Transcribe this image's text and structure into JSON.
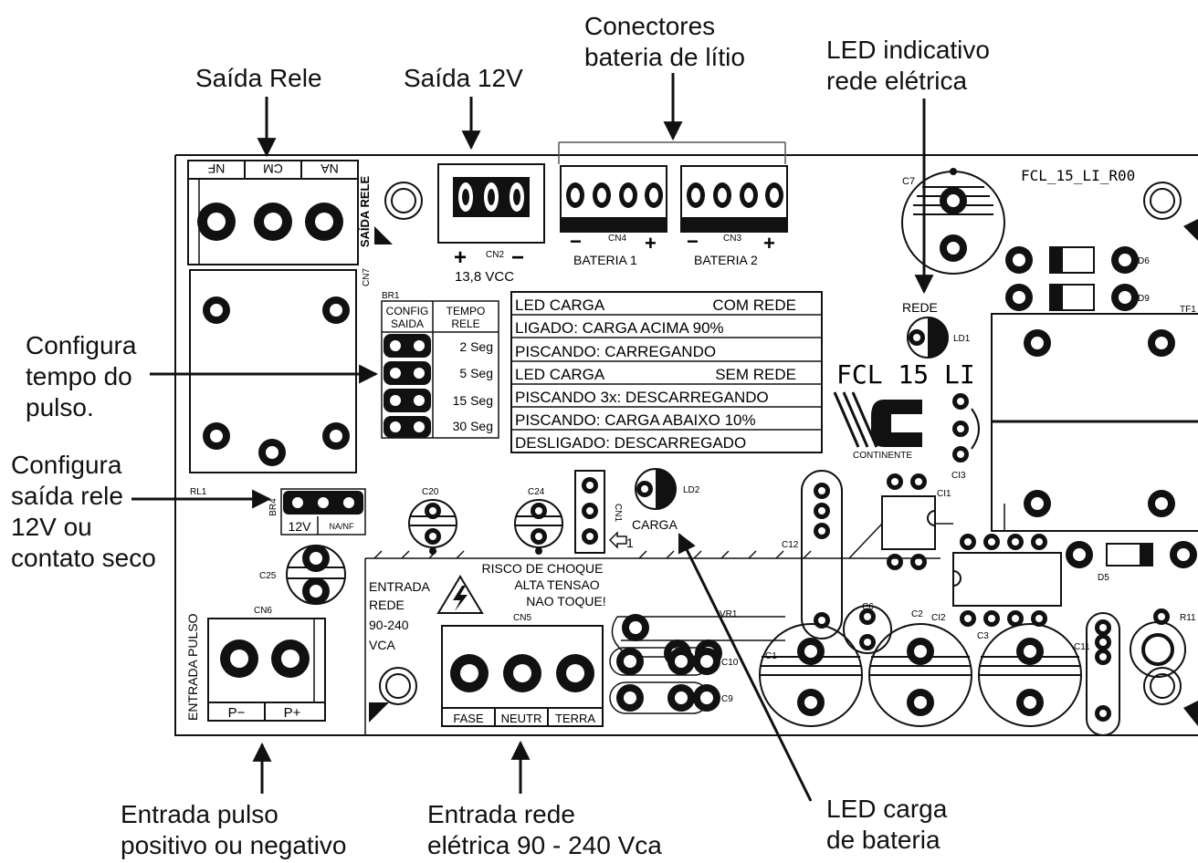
{
  "callouts": {
    "saida_rele": "Saída Rele",
    "saida_12v": "Saída 12V",
    "conectores": [
      "Conectores",
      "bateria de lítio"
    ],
    "led_rede": [
      "LED indicativo",
      "rede elétrica"
    ],
    "config_tempo": [
      "Configura",
      "tempo do",
      "pulso."
    ],
    "config_saida": [
      "Configura",
      "saída rele",
      "12V ou",
      "contato seco"
    ],
    "entrada_pulso": [
      "Entrada pulso",
      "positivo ou negativo"
    ],
    "entrada_rede": [
      "Entrada rede",
      "elétrica 90 - 240 Vca"
    ],
    "led_carga": [
      "LED carga",
      "de bateria"
    ]
  },
  "board": {
    "model": "FCL_15_LI_R00",
    "brand_title": "FCL 15 LI",
    "brand_name": "CONTINENTE",
    "relay_terms": [
      "NF",
      "CM",
      "NA"
    ],
    "relay_side": "SAÍDA RELE",
    "cn7": "CN7",
    "cn2": "CN2",
    "cn2_voltage": "13,8  VCC",
    "cn4": "CN4",
    "cn3": "CN3",
    "bat1": "BATERIA 1",
    "bat2": "BATERIA 2",
    "plus": "+",
    "minus": "−",
    "br1": "BR1",
    "cfg_header": [
      "CONFIG",
      "SAIDA",
      "TEMPO",
      "RELE"
    ],
    "tempo_opts": [
      "2 Seg",
      "5 Seg",
      "15 Seg",
      "30 Seg"
    ],
    "led_table": [
      [
        "LED CARGA",
        "COM  REDE"
      ],
      [
        "LIGADO:  CARGA  ACIMA  90%",
        ""
      ],
      [
        "PISCANDO:   CARREGANDO",
        ""
      ],
      [
        "LED CARGA",
        "SEM  REDE"
      ],
      [
        "PISCANDO 3x: DESCARREGANDO",
        ""
      ],
      [
        "PISCANDO: CARGA  ABAIXO  10%",
        ""
      ],
      [
        "DESLIGADO:  DESCARREGADO",
        ""
      ]
    ],
    "rede_label": "REDE",
    "ld1": "LD1",
    "ld2": "LD2",
    "carga_label": "CARGA",
    "rl1": "RL1",
    "br4": "BR4",
    "br4_opts": [
      "12V",
      "NA/NF"
    ],
    "c20": "C20",
    "c24": "C24",
    "cn1": "CN1",
    "c25": "C25",
    "cn6": "CN6",
    "pulse_side": "ENTRADA  PULSO",
    "pulse_terms": [
      "P−",
      "P+"
    ],
    "warning": [
      "RISCO  DE  CHOQUE",
      "ALTA  TENSAO",
      "NAO  TOQUE!"
    ],
    "mains_in": [
      "ENTRADA",
      "REDE",
      "90-240",
      "VCA"
    ],
    "cn5": "CN5",
    "mains_terms": [
      "FASE",
      "NEUTR",
      "TERRA"
    ],
    "c7": "C7",
    "d6": "D6",
    "d9": "D9",
    "tf1": "TF1",
    "ci1": "CI1",
    "ci2": "CI2",
    "ci3": "CI3",
    "c12": "C12",
    "c6": "C6",
    "c1": "C1",
    "c2": "C2",
    "c3": "C3",
    "vr1": "VR1",
    "c10": "C10",
    "c9": "C9",
    "c11": "C11",
    "d5": "D5",
    "r11": "R11",
    "cn1_pin": "1"
  }
}
